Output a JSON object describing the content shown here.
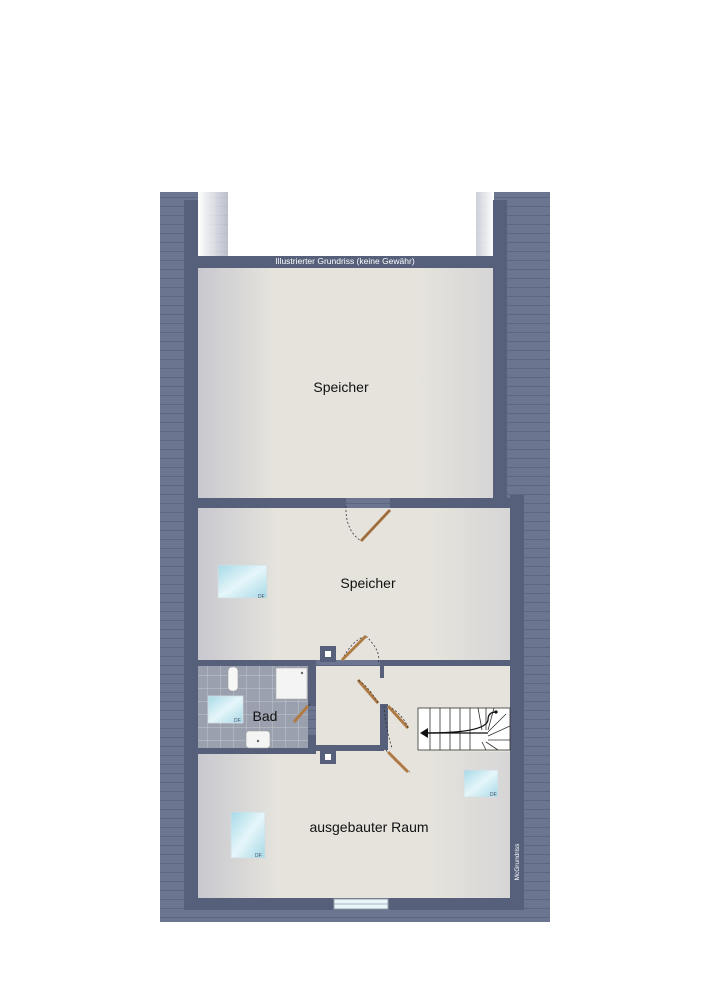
{
  "plan": {
    "title": "Illustrierter Grundriss (keine Gewähr)",
    "watermark": "McGrundriss",
    "rooms": {
      "speicher_top": "Speicher",
      "speicher_middle": "Speicher",
      "bad": "Bad",
      "ausgebauter_raum": "ausgebauter Raum"
    },
    "skylight_label": "DF",
    "colors": {
      "wall": "#56607b",
      "roof": "#6c7590",
      "floor": "#e5e3dc",
      "tile": "#9aa0ad",
      "door": "#b07a45",
      "skylight": "#bfe3ec"
    }
  }
}
